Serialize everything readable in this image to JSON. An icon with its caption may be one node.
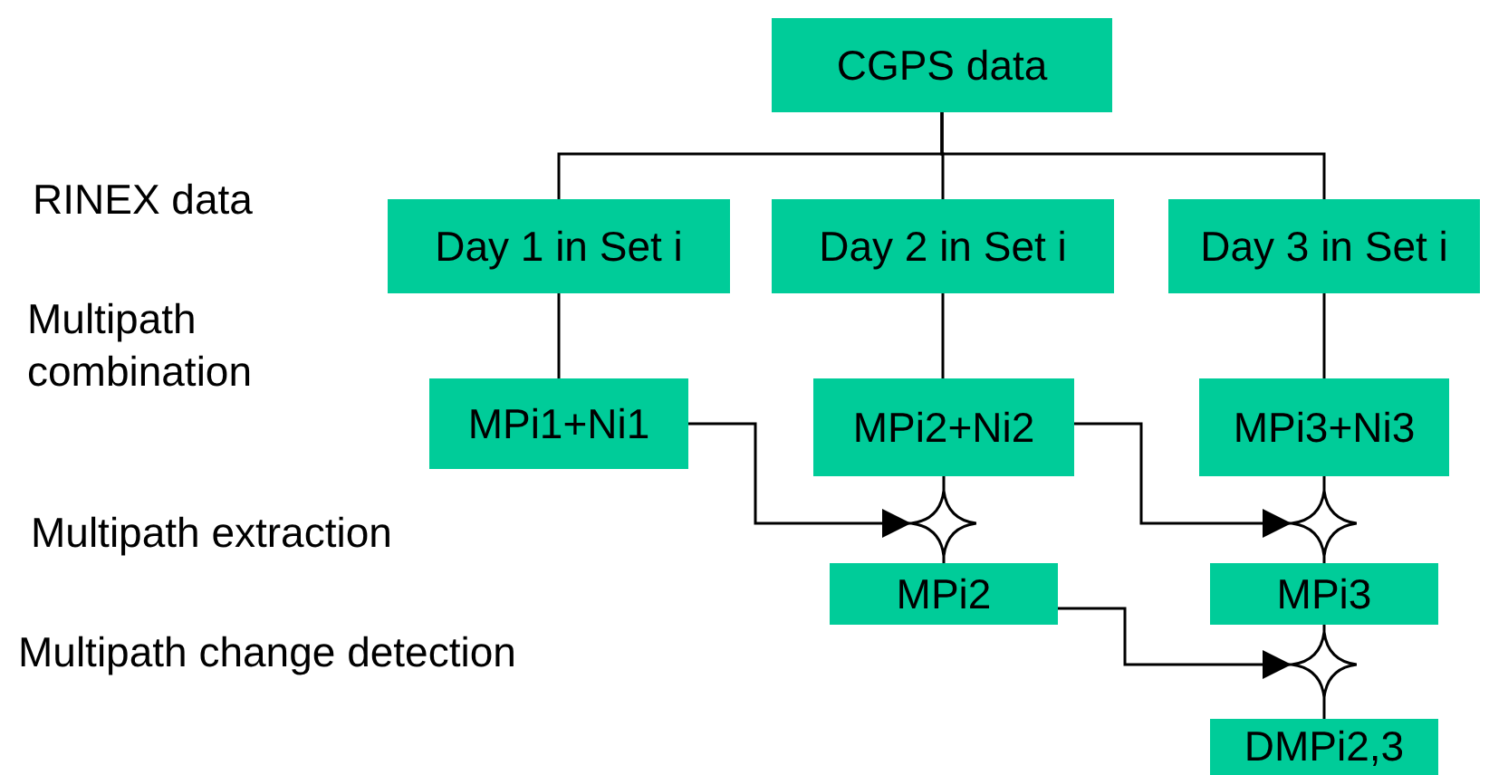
{
  "diagram": {
    "nodes": [
      {
        "text": [
          "CGPS data"
        ]
      },
      {
        "text": [
          "Day 1 in Set i"
        ]
      },
      {
        "text": [
          "Day 2 in Set i"
        ]
      },
      {
        "text": [
          "Day 3 in Set i"
        ]
      },
      {
        "text": [
          "MPi1+Ni1"
        ]
      },
      {
        "text": [
          "MPi2+Ni2"
        ]
      },
      {
        "text": [
          "MPi3+Ni3"
        ]
      },
      {
        "text": [],
        "shape": "star"
      },
      {
        "text": [],
        "shape": "star"
      },
      {
        "text": [
          "MPi2"
        ]
      },
      {
        "text": [
          "MPi3"
        ]
      },
      {
        "text": [],
        "shape": "star"
      },
      {
        "text": [
          "DMPi2,3"
        ]
      }
    ],
    "edges": [
      {
        "from": 0,
        "to": 1,
        "arrow": "none"
      },
      {
        "from": 0,
        "to": 2,
        "arrow": "none"
      },
      {
        "from": 0,
        "to": 3,
        "arrow": "none"
      },
      {
        "from": 1,
        "to": 4,
        "arrow": "none"
      },
      {
        "from": 2,
        "to": 5,
        "arrow": "none"
      },
      {
        "from": 3,
        "to": 6,
        "arrow": "none"
      },
      {
        "from": 4,
        "to": 7,
        "arrow": "to"
      },
      {
        "from": 5,
        "to": 7,
        "arrow": "none"
      },
      {
        "from": 7,
        "to": 9,
        "arrow": "none"
      },
      {
        "from": 5,
        "to": 8,
        "arrow": "to"
      },
      {
        "from": 6,
        "to": 8,
        "arrow": "none"
      },
      {
        "from": 8,
        "to": 10,
        "arrow": "none"
      },
      {
        "from": 9,
        "to": 11,
        "arrow": "to"
      },
      {
        "from": 10,
        "to": 11,
        "arrow": "none"
      },
      {
        "from": 11,
        "to": 12,
        "arrow": "none"
      }
    ],
    "labels": [
      "RINEX data",
      "Multipath combination",
      "Multipath extraction",
      "Multipath change detection"
    ]
  }
}
